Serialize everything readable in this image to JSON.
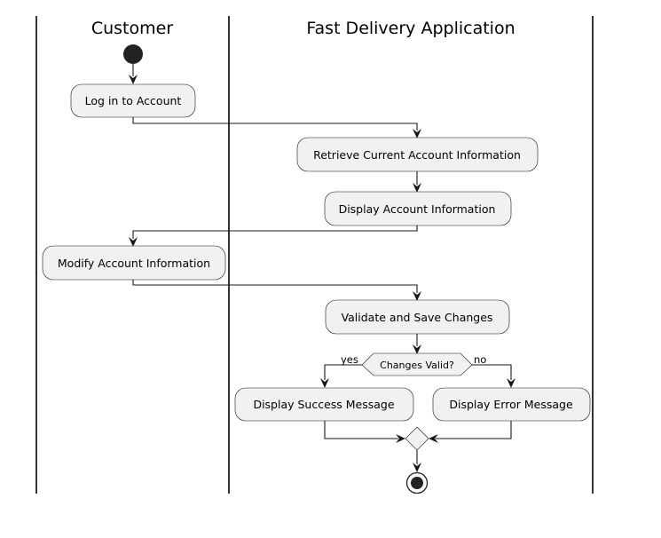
{
  "swimlanes": [
    {
      "title": "Customer"
    },
    {
      "title": "Fast Delivery Application"
    }
  ],
  "activities": {
    "login": "Log in to Account",
    "retrieve": "Retrieve Current Account Information",
    "display_info": "Display Account Information",
    "modify": "Modify Account Information",
    "validate": "Validate and Save Changes",
    "success": "Display Success Message",
    "error": "Display Error Message"
  },
  "decision": {
    "label": "Changes Valid?",
    "yes_label": "yes",
    "no_label": "no"
  },
  "colors": {
    "node_fill": "#f1f1f1",
    "node_stroke": "#181818",
    "lane_line": "#000000",
    "background": "#ffffff"
  }
}
